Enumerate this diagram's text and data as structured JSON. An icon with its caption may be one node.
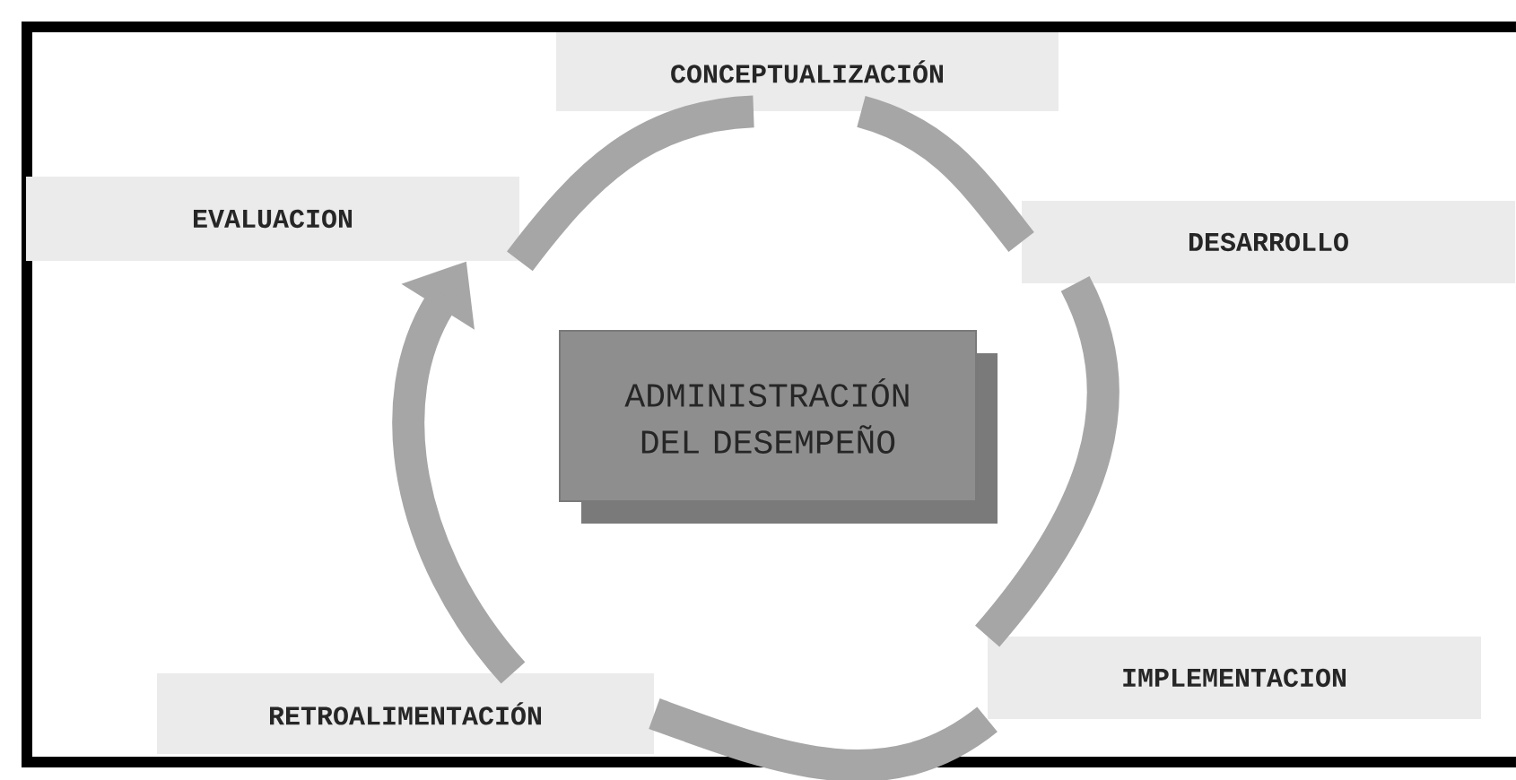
{
  "diagram": {
    "nodes": [
      {
        "text": [
          "CONCEPTUALIZACIÓN"
        ]
      },
      {
        "text": [
          "EVALUACION"
        ]
      },
      {
        "text": [
          "DESARROLLO"
        ]
      },
      {
        "text": [
          "ADMINISTRACIÓN DEL DESEMPEÑO"
        ]
      },
      {
        "text": [
          "IMPLEMENTACION"
        ]
      },
      {
        "text": [
          "RETROALIMENTACIÓN"
        ]
      }
    ],
    "edges": [
      {
        "from": 0,
        "to": 2,
        "arrow": "none"
      },
      {
        "from": 2,
        "to": 4,
        "arrow": "none"
      },
      {
        "from": 4,
        "to": 5,
        "arrow": "none"
      },
      {
        "from": 5,
        "to": 1,
        "arrow": "to"
      },
      {
        "from": 1,
        "to": 0,
        "arrow": "none"
      }
    ]
  }
}
